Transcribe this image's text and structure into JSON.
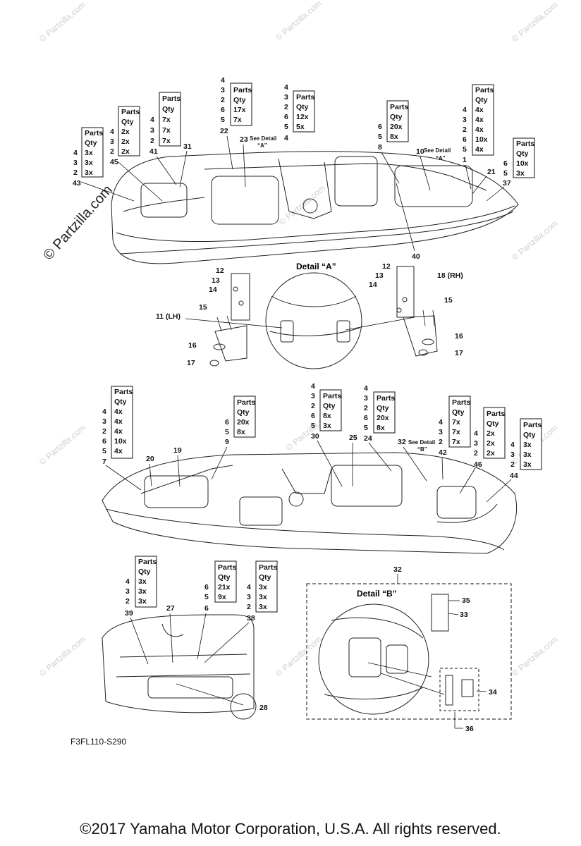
{
  "watermark": {
    "text": "© Partzilla.com"
  },
  "diagram_code": "F3FL110-S290",
  "copyright": "©2017  Yamaha Motor Corporation, U.S.A. All rights reserved.",
  "qty_header": {
    "parts": "Parts",
    "qty": "Qty"
  },
  "detail_labels": {
    "a": "Detail “A”",
    "b": "Detail “B”"
  },
  "see_detail": {
    "a_word": "See Detail",
    "a_mark": "“A”",
    "b_mark": "“B”"
  },
  "side_labels": {
    "lh": "11 (LH)",
    "rh": "18 (RH)"
  },
  "qty_tables": [
    {
      "id": "t43",
      "parts": [
        "4",
        "3",
        "2"
      ],
      "qtys": [
        "3x",
        "3x",
        "3x"
      ],
      "ref": "43"
    },
    {
      "id": "t45",
      "parts": [
        "4",
        "3",
        "2"
      ],
      "qtys": [
        "2x",
        "2x",
        "2x"
      ],
      "ref": "45"
    },
    {
      "id": "t41",
      "parts": [
        "4",
        "3",
        "2"
      ],
      "qtys": [
        "7x",
        "7x",
        "7x"
      ],
      "ref": "41"
    },
    {
      "id": "t22",
      "parts": [
        "4",
        "3",
        "2",
        "6",
        "5"
      ],
      "qtys": [
        "17x",
        "7x"
      ],
      "ref": "22"
    },
    {
      "id": "t29",
      "parts": [
        "4",
        "3",
        "2",
        "6",
        "5"
      ],
      "qtys": [
        "12x",
        "5x"
      ],
      "ref": ""
    },
    {
      "id": "t8",
      "parts": [
        "6",
        "5"
      ],
      "qtys": [
        "20x",
        "8x"
      ],
      "ref": "8"
    },
    {
      "id": "t1",
      "parts": [
        "4",
        "3",
        "2",
        "6",
        "5"
      ],
      "qtys": [
        "4x",
        "4x",
        "4x",
        "10x",
        "4x"
      ],
      "ref": "1"
    },
    {
      "id": "t37",
      "parts": [
        "6",
        "5"
      ],
      "qtys": [
        "10x",
        "3x"
      ],
      "ref": "37"
    },
    {
      "id": "t7",
      "parts": [
        "4",
        "3",
        "2",
        "6",
        "5"
      ],
      "qtys": [
        "4x",
        "4x",
        "4x",
        "10x",
        "4x"
      ],
      "ref": "7"
    },
    {
      "id": "t9",
      "parts": [
        "6",
        "5"
      ],
      "qtys": [
        "20x",
        "8x"
      ],
      "ref": "9"
    },
    {
      "id": "t30",
      "parts": [
        "4",
        "3",
        "2",
        "6",
        "5"
      ],
      "qtys": [
        "8x",
        "3x"
      ],
      "ref": "30"
    },
    {
      "id": "t24",
      "parts": [
        "4",
        "3",
        "2",
        "6",
        "5"
      ],
      "qtys": [
        "20x",
        "8x"
      ],
      "ref": "24"
    },
    {
      "id": "t42",
      "parts": [
        "4",
        "3",
        "2"
      ],
      "qtys": [
        "7x",
        "7x",
        "7x"
      ],
      "ref": "42"
    },
    {
      "id": "t46",
      "parts": [
        "4",
        "3",
        "2"
      ],
      "qtys": [
        "2x",
        "2x",
        "2x"
      ],
      "ref": "46"
    },
    {
      "id": "t44",
      "parts": [
        "4",
        "3",
        "2"
      ],
      "qtys": [
        "3x",
        "3x",
        "3x"
      ],
      "ref": "44"
    },
    {
      "id": "t39",
      "parts": [
        "4",
        "3",
        "2"
      ],
      "qtys": [
        "3x",
        "3x",
        "3x"
      ],
      "ref": "39"
    },
    {
      "id": "t26",
      "parts": [
        "6",
        "5"
      ],
      "qtys": [
        "21x",
        "9x"
      ],
      "ref": ""
    },
    {
      "id": "t38",
      "parts": [
        "4",
        "3",
        "2"
      ],
      "qtys": [
        "3x",
        "3x",
        "3x"
      ],
      "ref": "38"
    }
  ],
  "callouts": [
    "31",
    "23",
    "10",
    "21",
    "40",
    "12",
    "13",
    "14",
    "15",
    "16",
    "17",
    "20",
    "19",
    "25",
    "32",
    "27",
    "28",
    "33",
    "34",
    "35",
    "36"
  ]
}
